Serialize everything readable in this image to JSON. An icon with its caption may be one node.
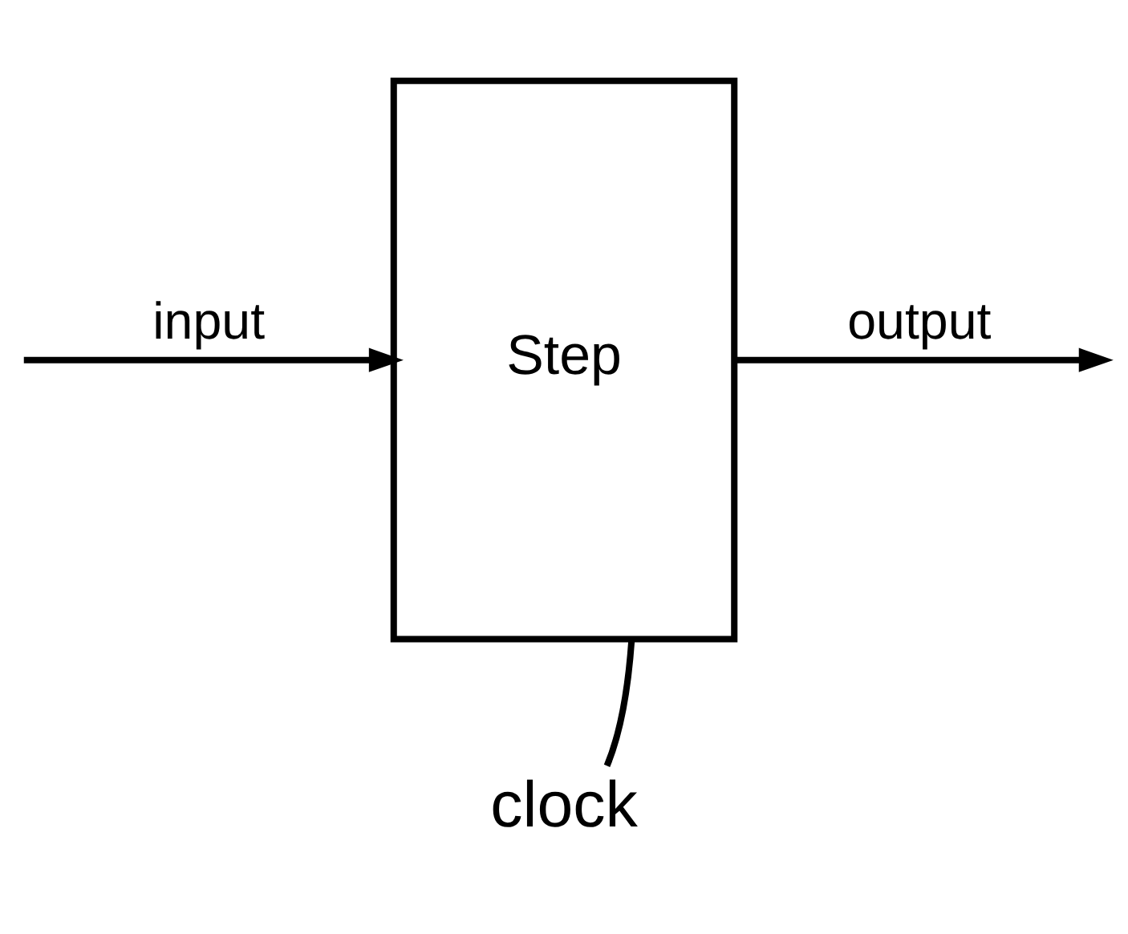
{
  "diagram": {
    "nodes": [
      {
        "text": [
          "Step"
        ]
      },
      {
        "text": [
          "clock"
        ]
      }
    ],
    "edges": [
      {
        "from": null,
        "to": 0,
        "arrow": "to",
        "label": "input"
      },
      {
        "from": 0,
        "to": null,
        "arrow": "to",
        "label": "output"
      },
      {
        "from": 1,
        "to": 0,
        "arrow": "none"
      }
    ]
  }
}
